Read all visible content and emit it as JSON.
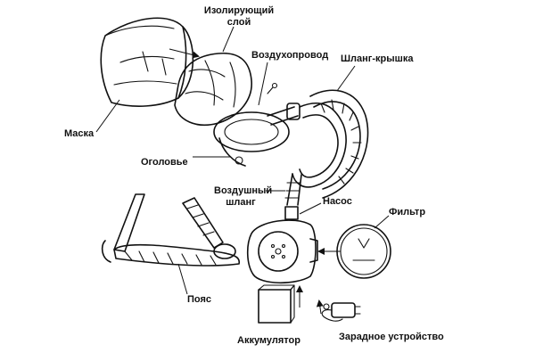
{
  "labels": {
    "insulating_layer": "Изолирующий\nслой",
    "air_duct": "Воздухопровод",
    "hose_cover": "Шланг-крышка",
    "mask": "Маска",
    "headgear": "Оголовье",
    "air_hose": "Воздушный\nшланг",
    "pump": "Насос",
    "filter": "Фильтр",
    "belt": "Пояс",
    "battery": "Аккумулятор",
    "charger": "Зарадное устройство"
  },
  "colors": {
    "ink": "#111111",
    "background": "#ffffff"
  }
}
